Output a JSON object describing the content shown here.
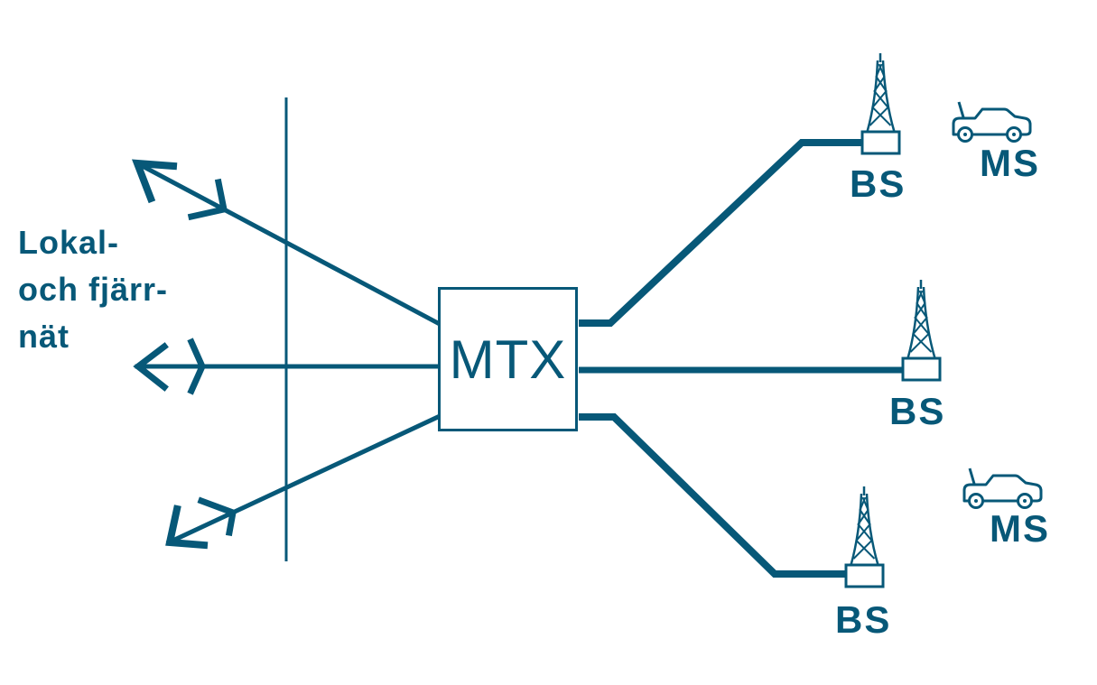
{
  "colors": {
    "ink": "#075878",
    "background": "#FFFFFF"
  },
  "labels": {
    "network": {
      "line1": "Lokal-",
      "line2": "och fjärr-",
      "line3": "nät"
    }
  },
  "nodes": {
    "exchange": {
      "label": "MTX"
    },
    "base_stations": [
      {
        "label": "BS"
      },
      {
        "label": "BS"
      },
      {
        "label": "BS"
      }
    ],
    "mobile_stations": [
      {
        "label": "MS"
      },
      {
        "label": "MS"
      }
    ]
  },
  "icons": {
    "base_station": "radio-tower-icon",
    "mobile_station": "car-icon"
  }
}
